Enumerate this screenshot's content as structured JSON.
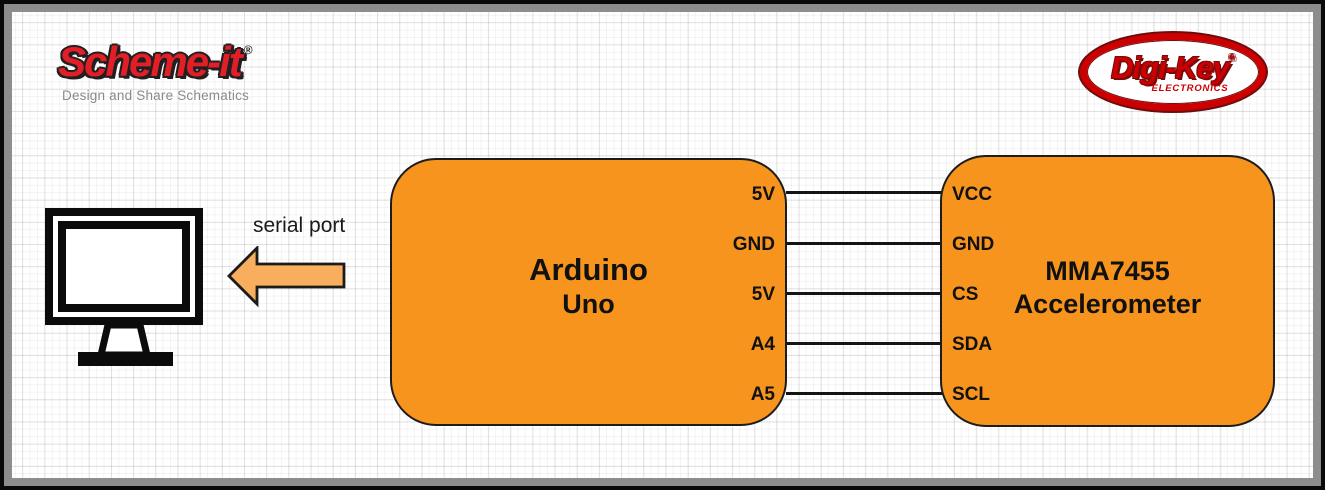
{
  "branding": {
    "scheme_it": {
      "name": "Scheme-it",
      "registered": "®",
      "tagline": "Design and Share Schematics"
    },
    "digi_key": {
      "name": "Digi-Key",
      "registered": "®",
      "subtitle": "ELECTRONICS"
    }
  },
  "annotation": {
    "serial_port_label": "serial port"
  },
  "components": [
    {
      "id": "arduino-uno",
      "title_line1": "Arduino",
      "title_line2": "Uno",
      "pin_side": "right",
      "pins": [
        "5V",
        "GND",
        "5V",
        "A4",
        "A5"
      ]
    },
    {
      "id": "mma7455-accelerometer",
      "title_line1": "MMA7455",
      "title_line2": "Accelerometer",
      "pin_side": "left",
      "pins": [
        "VCC",
        "GND",
        "CS",
        "SDA",
        "SCL"
      ]
    }
  ],
  "wires": [
    {
      "from": "5V",
      "to": "VCC"
    },
    {
      "from": "GND",
      "to": "GND"
    },
    {
      "from": "5V",
      "to": "CS"
    },
    {
      "from": "A4",
      "to": "SDA"
    },
    {
      "from": "A5",
      "to": "SCL"
    }
  ],
  "colors": {
    "component_fill": "#F7941E",
    "component_stroke": "#1C1C1C",
    "arrow_fill": "#F9AE5E",
    "brand_red": "#CC0001",
    "schemeit_red": "#E21F26",
    "tagline_gray": "#8A8A8A",
    "frame_gray": "#8D8D8D",
    "wire_black": "#141414"
  }
}
